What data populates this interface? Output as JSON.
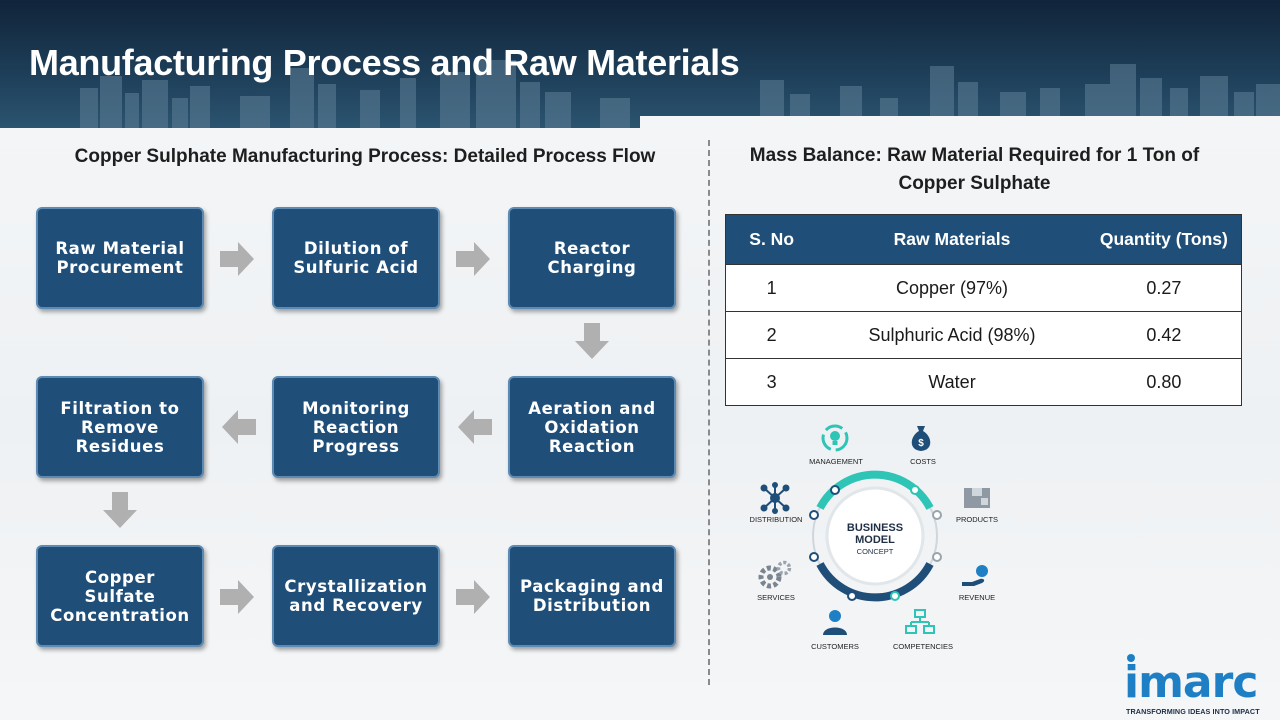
{
  "header": {
    "title": "Manufacturing Process and Raw Materials"
  },
  "process_flow": {
    "title": "Copper Sulphate Manufacturing Process: Detailed Process Flow",
    "steps": [
      "Raw Material Procurement",
      "Dilution of Sulfuric Acid",
      "Reactor Charging",
      "Aeration and Oxidation Reaction",
      "Monitoring Reaction Progress",
      "Filtration to Remove Residues",
      "Copper Sulfate Concentration",
      "Crystallization and Recovery",
      "Packaging and Distribution"
    ]
  },
  "mass_balance": {
    "title_line1": "Mass Balance: Raw Material Required for 1 Ton of",
    "title_line2": "Copper Sulphate",
    "headers": [
      "S. No",
      "Raw Materials",
      "Quantity (Tons)"
    ],
    "rows": [
      [
        "1",
        "Copper (97%)",
        "0.27"
      ],
      [
        "2",
        "Sulphuric Acid (98%)",
        "0.42"
      ],
      [
        "3",
        "Water",
        "0.80"
      ]
    ]
  },
  "business_model": {
    "center_line1": "BUSINESS",
    "center_line2": "MODEL",
    "center_line3": "CONCEPT",
    "labels": {
      "management": "MANAGEMENT",
      "costs": "COSTS",
      "products": "PRODUCTS",
      "revenue": "REVENUE",
      "competencies": "COMPETENCIES",
      "customers": "CUSTOMERS",
      "services": "SERVICES",
      "distribution": "DISTRIBUTION"
    }
  },
  "logo": {
    "word": "imarc",
    "tagline": "TRANSFORMING IDEAS INTO IMPACT"
  },
  "colors": {
    "box_fill": "#1f4e79",
    "box_border": "#5d8ab3",
    "arrow": "#b0b0b0",
    "accent": "#1f7fc4",
    "teal": "#2ec4b6"
  }
}
